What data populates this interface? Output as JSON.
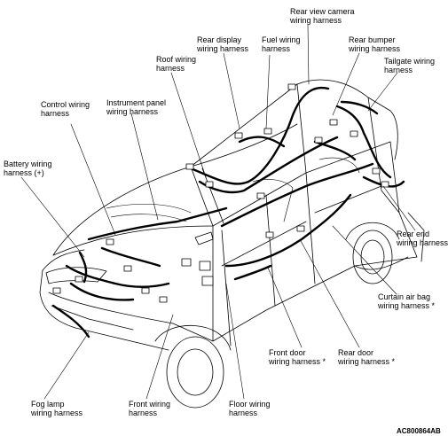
{
  "labels": {
    "rear_view_camera": {
      "line1": "Rear view camera",
      "line2": "wiring harness"
    },
    "rear_display": {
      "line1": "Rear display",
      "line2": "wiring harness"
    },
    "fuel": {
      "line1": "Fuel wiring",
      "line2": "harness"
    },
    "rear_bumper": {
      "line1": "Rear bumper",
      "line2": "wiring harness"
    },
    "roof": {
      "line1": "Roof wiring",
      "line2": "harness"
    },
    "tailgate": {
      "line1": "Tailgate wiring",
      "line2": "harness"
    },
    "control": {
      "line1": "Control wiring",
      "line2": "harness"
    },
    "instrument_panel": {
      "line1": "Instrument panel",
      "line2": "wiring harness"
    },
    "battery": {
      "line1": "Battery wiring",
      "line2": "harness (+)"
    },
    "rear_end": {
      "line1": "Rear end",
      "line2": "wiring harness"
    },
    "curtain_air_bag": {
      "line1": "Curtain air bag",
      "line2": "wiring harness *"
    },
    "front_door": {
      "line1": "Front door",
      "line2": "wiring harness *"
    },
    "rear_door": {
      "line1": "Rear door",
      "line2": "wiring harness *"
    },
    "fog_lamp": {
      "line1": "Fog lamp",
      "line2": "wiring harness"
    },
    "front": {
      "line1": "Front wiring",
      "line2": "harness"
    },
    "floor": {
      "line1": "Floor wiring",
      "line2": "harness"
    }
  },
  "figure_code": "AC800864AB"
}
